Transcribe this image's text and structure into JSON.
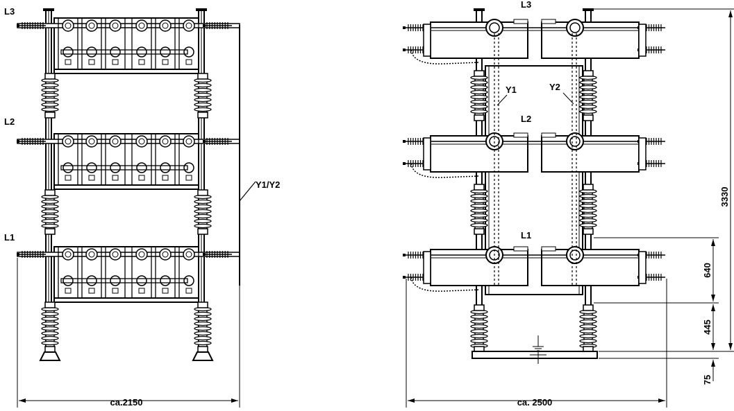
{
  "left_view": {
    "phase_labels": [
      "L3",
      "L2",
      "L1"
    ],
    "cable_label": "Y1/Y2",
    "width_dimension": "ca.2150"
  },
  "right_view": {
    "phase_labels": [
      "L3",
      "L2",
      "L1"
    ],
    "cable_labels": [
      "Y1",
      "Y2"
    ],
    "width_dimension": "ca. 2500",
    "height_dimensions": [
      "3330",
      "640",
      "445",
      "75"
    ]
  },
  "colors": {
    "line": "#000000",
    "background": "#ffffff"
  }
}
